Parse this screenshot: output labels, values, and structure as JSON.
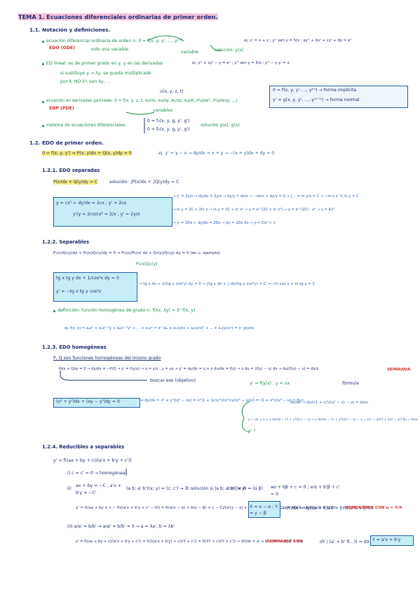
{
  "title": "TEMA 1. Ecuaciones diferenciales ordinarias de primer orden.",
  "s11": {
    "heading": "1.1. Notación y definiciones.",
    "edo_def": "ecuación diferencial ordinaria de orden n: 0 = f(x, y, y', ..., y⁽ⁿ⁾)",
    "edo_tag": "EDO (ODE)",
    "solo_var": "solo una variable",
    "variable": "variable",
    "solucion": "solución: y(x)",
    "ej1": "ej. y' = x + y ; y'' sen y = 5/x ; ay'' + by' + cy' + dy = eˣ",
    "lineal": "ED lineal: es de primer grado en y, y en las derivadas",
    "lineal_ej": "ej. y'' + xy' − y = eˣ ; y'' sen y = 5/x ; y'' − y y' = x",
    "sustituye": "si sustituye y → λy, se queda multiplicado",
    "por": "por λ, NO λ², sen λy, ...",
    "edp_def": "ecuación en derivadas parciales: 0 = f(x, y, z, t, ∂u/∂x, ∂u/∂y, ∂u/∂z, ∂u/∂t, ∂²u/∂x², ∂²u/∂x∂y, ...)",
    "edp_tag": "EDP (PDE)",
    "edp_vars": "u(x, y, z, t)",
    "variables": "variables",
    "forma_imp": "0 = f(x, y, y', ..., y⁽ⁿ⁾) → forma implícita",
    "forma_norm": "y' = g(x, y, y', ..., y⁽ⁿ⁻¹⁾) → forma normal",
    "sistema": "sistema de ecuaciones diferenciales:",
    "sist1": "0 = f₁(x, y, g, y', g')",
    "sist2": "0 = f₂(x, y, g, y', g')",
    "sist_sol": "solución y(x), g(x)"
  },
  "s12": {
    "heading": "1.2. EDO de primer orden.",
    "def": "0 = f(x, y, y') ⇒ P(x, y)dx + Q(x, y)dy = 0",
    "ej": "ej. y' = y − x → dy/dx = x + y → −(x + y)dx + dy = 0"
  },
  "s121": {
    "heading": "1.2.1. EDO separadas",
    "def": "P(x)dx + Q(y)dy = C",
    "sol": "solución: ∫P(x)dx + ∫Q(y)dy = C",
    "box1": "y = cx² ← dy/dx = 2cx ; y' = 2cx",
    "box2": "y'/y = 2cx/cx² = 2/x ; y' = 2y/x",
    "chain1": "→ y' = 2y/x → dy/dx = 2y/x → dy/y = dx/x → −dx/x + dy/y = 0 → ∫... = ln y/x = C → −ln x + ½ ln y = C",
    "chain2": "→ ln y = 2C + 2ln x → ln y = 2C + ln x² → y = e^(2C + ln x²) → y = e^(2C) · x² → y = Kx²",
    "chain3": "→ y' = 2Dx ← dy/dx = 2Dx → dy = 2Dx dx → y = Dx² + C"
  },
  "s122": {
    "heading": "1.2.2. Separables",
    "def": "P₁(x)Q₁(y)dx + P₂(x)Q₂(y)dy = 0 → P₁(x)/P₂(x) dx + Q₂(y)/Q₁(y) dy = 0 (en u. ejemplo)",
    "div": "P₂(x)Q₁(y)",
    "box1": "tg x tg y dx + 1/cos²x dy = 0",
    "box2": "y' = −tg x tg y cos²x",
    "chain": "→ tg x dx + 1/(tg y cos²y) dy = 0 → ∫tg x dx + ∫ dy/(tg y cos²y) = C → −ln cos x + ln tg y = C",
    "homog": "definición: función homogénea de grado n: f(λx, λy) = λⁿ f(x, y)",
    "homog_ej": "ej. f(x, y) = a₀xⁿ + a₁xⁿ⁻¹y + a₂xⁿ⁻²y² + ... + aₙyⁿ = xⁿ (a₀ + a₁(y/x) + a₂(y/x)² + ... + aₙ(y/x)ⁿ) = xⁿ g(y/x)"
  },
  "s123": {
    "heading": "1.2.3. EDO homogéneas",
    "def": "P, Q son funciones homogéneas del mismo grado",
    "chain1": "Pdx + Qdy = 0 → dy/dx = −P/Q → y' = f(y/x) → u = y/x ; y = ux → y' = dy/dx = u + x du/dx = f(u) → x du = (f(u) − u) dx → du/(f(u) − u) = dx/x",
    "buscar": "buscar eso (objetivo)",
    "separada": "SEPARADA",
    "formula": "fórmula",
    "sub": "y' = f(y/x) ; y = ux",
    "box": "(x² + y²)dx + (xy − y²)dy = 0",
    "chain2": "→ dy/dx = x² + y²/(y² − xy) = x²(1 + (y/x)²)/(x²((y/x)² − y/x)) = (1 + u²)/(u² − u) = f(u)",
    "chain3": "dx/dx → du/((1 + u²)/(u² − u) − u) = dx/x",
    "chain4": "y = ux → u + x du/dx = (1 + u²)/(u² − u) → x du/dx = (1 + u²)/(u² − u) − u = (u² − u)/(1 + 2u² − u³) du = dx/x",
    "yprime": "y' ?"
  },
  "s124": {
    "heading": "1.2.4. Reducibles a separables",
    "def": "y' = f((ax + by + c)/(a'x + b'y + c'))",
    "i": "i) c = c' = 0 → homogénea",
    "ii_sys": "ax + by = −C ; a'x + b'y = −C'",
    "ii_mat": "(a b; a' b')(x; y) = (c; c') → ∃! solución si |a b; a' b'| ≠ 0",
    "ii_xy": "con (x y) = (α β)",
    "ii_r": "aα + bβ + c = 0 ; a'α + b'β + c' = 0",
    "ii_eq": "y' = f((ax + by + c − 0)/(a'x + b'y + c' − 0)) = f((a(x − α) + b(y − β) + c − C)/(a'(x − α) + b'(y − β) + c' − C')) = f((aX + bY)/(a'X + b'Y))",
    "ii_XY": "X = x − α ; Y = y − β",
    "ii_r2": "→ dY/dX = dy/dx = f((aX + bY)/(a'X + b'Y))",
    "ii_hom": "HOMOGÉNEA CON u = Y/X",
    "iii": "iii) a/a' = b/b' ⇒ a/a' = b/b' = λ → a = λa', b = λb'",
    "iii_eq": "y' = f((ax + by + c)/(a'x + b'y + c')) = f((λ(a'x + b'y) + c)/(Y + c')) = f((λY + c)/(Y + c')) → dY/dx = a' + b' f((λY + c)/(Y + c'))",
    "iii_sep": "SEPARABLE CON",
    "iii_frac": "dY / (a' + b' f(...)) = dX",
    "iii_Y": "Y = a'x + b'y"
  }
}
